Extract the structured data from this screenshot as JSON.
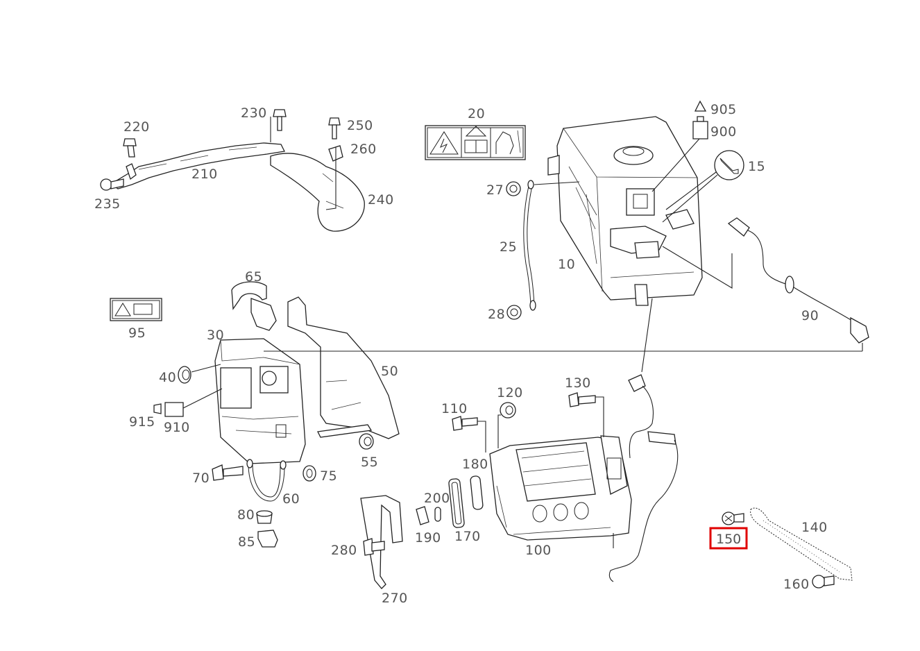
{
  "labels": {
    "p10": "10",
    "p15": "15",
    "p20": "20",
    "p25": "25",
    "p27": "27",
    "p28": "28",
    "p30": "30",
    "p40": "40",
    "p50": "50",
    "p55": "55",
    "p60": "60",
    "p65": "65",
    "p70": "70",
    "p75": "75",
    "p80": "80",
    "p85": "85",
    "p90": "90",
    "p95": "95",
    "p100": "100",
    "p110": "110",
    "p120": "120",
    "p130": "130",
    "p140": "140",
    "p150": "150",
    "p160": "160",
    "p170": "170",
    "p180": "180",
    "p190": "190",
    "p200": "200",
    "p210": "210",
    "p220": "220",
    "p230": "230",
    "p235": "235",
    "p240": "240",
    "p250": "250",
    "p260": "260",
    "p270": "270",
    "p280": "280",
    "p900": "900",
    "p905": "905",
    "p910": "910",
    "p915": "915"
  },
  "selected_part": "150",
  "colors": {
    "highlight": "#e00000",
    "line": "#222222",
    "label": "#555555"
  }
}
